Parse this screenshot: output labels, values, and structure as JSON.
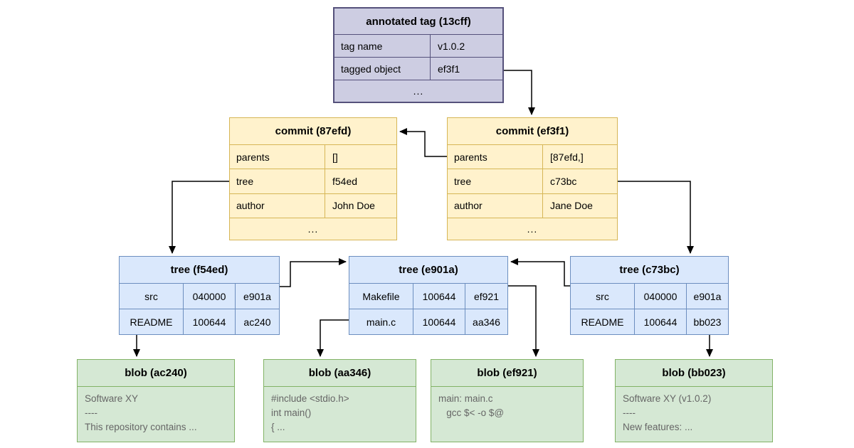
{
  "colors": {
    "background": "#ffffff",
    "tag_fill": "#cdcde2",
    "tag_border": "#55517b",
    "commit_fill": "#fff2cc",
    "commit_border": "#d6b656",
    "tree_fill": "#dae8fc",
    "tree_border": "#6c8ebf",
    "blob_fill": "#d5e8d4",
    "blob_border": "#82b366",
    "arrow": "#000000",
    "blob_text": "#666666"
  },
  "tag": {
    "title": "annotated tag (13cff)",
    "rows": [
      {
        "key": "tag name",
        "value": "v1.0.2"
      },
      {
        "key": "tagged object",
        "value": "ef3f1"
      }
    ],
    "ellipsis": "..."
  },
  "commits": [
    {
      "title": "commit (87efd)",
      "rows": [
        {
          "key": "parents",
          "value": "[]"
        },
        {
          "key": "tree",
          "value": "f54ed"
        },
        {
          "key": "author",
          "value": "John Doe"
        }
      ],
      "ellipsis": "..."
    },
    {
      "title": "commit (ef3f1)",
      "rows": [
        {
          "key": "parents",
          "value": "[87efd,]"
        },
        {
          "key": "tree",
          "value": "c73bc"
        },
        {
          "key": "author",
          "value": "Jane Doe"
        }
      ],
      "ellipsis": "..."
    }
  ],
  "trees": [
    {
      "title": "tree (f54ed)",
      "rows": [
        {
          "name": "src",
          "mode": "040000",
          "hash": "e901a"
        },
        {
          "name": "README",
          "mode": "100644",
          "hash": "ac240"
        }
      ]
    },
    {
      "title": "tree (e901a)",
      "rows": [
        {
          "name": "Makefile",
          "mode": "100644",
          "hash": "ef921"
        },
        {
          "name": "main.c",
          "mode": "100644",
          "hash": "aa346"
        }
      ]
    },
    {
      "title": "tree (c73bc)",
      "rows": [
        {
          "name": "src",
          "mode": "040000",
          "hash": "e901a"
        },
        {
          "name": "README",
          "mode": "100644",
          "hash": "bb023"
        }
      ]
    }
  ],
  "blobs": [
    {
      "title": "blob (ac240)",
      "lines": [
        "Software XY",
        "----",
        "This repository contains ..."
      ]
    },
    {
      "title": "blob (aa346)",
      "lines": [
        "#include <stdio.h>",
        "int main()",
        "{ ..."
      ]
    },
    {
      "title": "blob (ef921)",
      "lines": [
        "main: main.c",
        "   gcc $< -o $@"
      ]
    },
    {
      "title": "blob (bb023)",
      "lines": [
        "Software XY (v1.0.2)",
        "----",
        "New features: ..."
      ]
    }
  ]
}
